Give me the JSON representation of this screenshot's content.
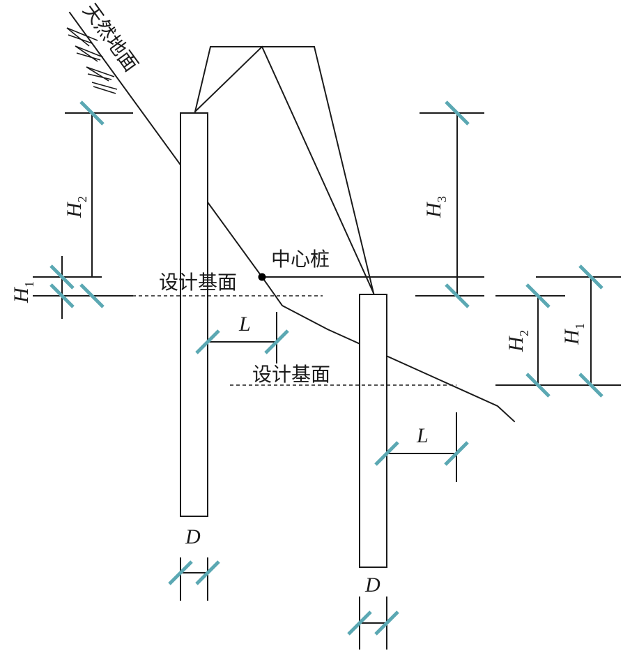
{
  "labels": {
    "natural_ground": "天然地面",
    "center_pile": "中心桩",
    "design_base_1": "设计基面",
    "design_base_2": "设计基面",
    "L_left": "L",
    "L_right": "L",
    "D_left": "D",
    "D_right": "D"
  },
  "dims": {
    "H2_left": {
      "main": "H",
      "sub": "2"
    },
    "H1_left": {
      "main": "H",
      "sub": "1"
    },
    "H3": {
      "main": "H",
      "sub": "3"
    },
    "H2_right": {
      "main": "H",
      "sub": "2"
    },
    "H1_right": {
      "main": "H",
      "sub": "1"
    }
  },
  "colors": {
    "line": "#1a1a1a",
    "tick": "#5ba8b3"
  }
}
